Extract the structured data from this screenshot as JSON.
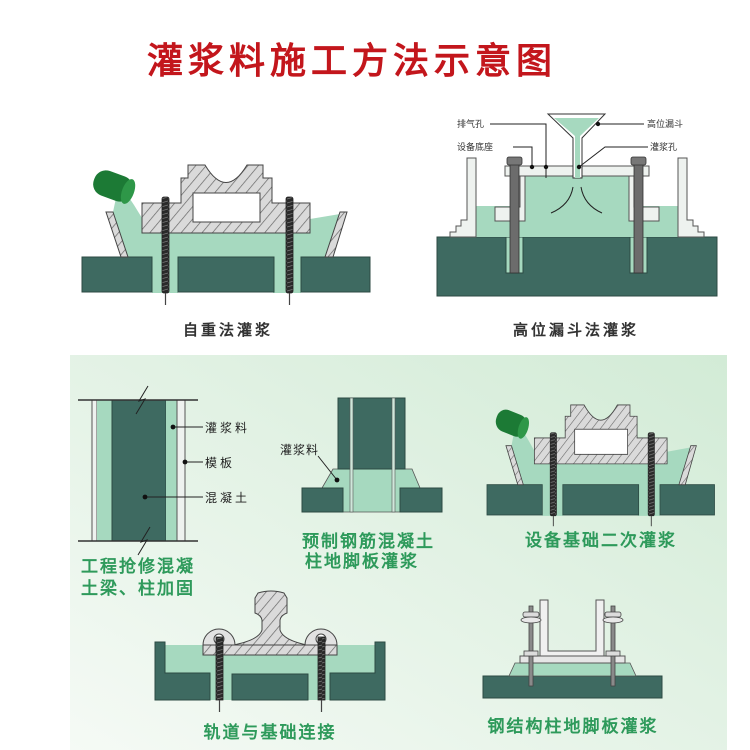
{
  "title": "灌浆料施工方法示意图",
  "palette": {
    "title_red": "#c3161c",
    "caption_green": "#2e9a5b",
    "grout_green": "#a6d9bf",
    "concrete_slab": "#3e6a61",
    "bucket_green": "#1c7a35",
    "panel_bg": "#d2ebd6"
  },
  "diagrams": {
    "gravity": {
      "caption": "自重法灌浆"
    },
    "funnel": {
      "caption": "高位漏斗法灌浆",
      "labels": {
        "vent_hole": "排气孔",
        "equipment_base": "设备底座",
        "high_funnel": "高位漏斗",
        "grout_hole": "灌浆孔"
      }
    },
    "beam_column_repair": {
      "caption_lines": [
        "工程抢修混凝",
        "土梁、柱加固"
      ],
      "labels": {
        "grout": "灌浆料",
        "formwork": "模板",
        "concrete": "混凝土"
      }
    },
    "precast_column": {
      "caption_lines": [
        "预制钢筋混凝土",
        "柱地脚板灌浆"
      ],
      "labels": {
        "grout": "灌浆料"
      }
    },
    "equipment_secondary": {
      "caption": "设备基础二次灌浆"
    },
    "rail": {
      "caption": "轨道与基础连接"
    },
    "steel_column": {
      "caption": "钢结构柱地脚板灌浆"
    }
  }
}
